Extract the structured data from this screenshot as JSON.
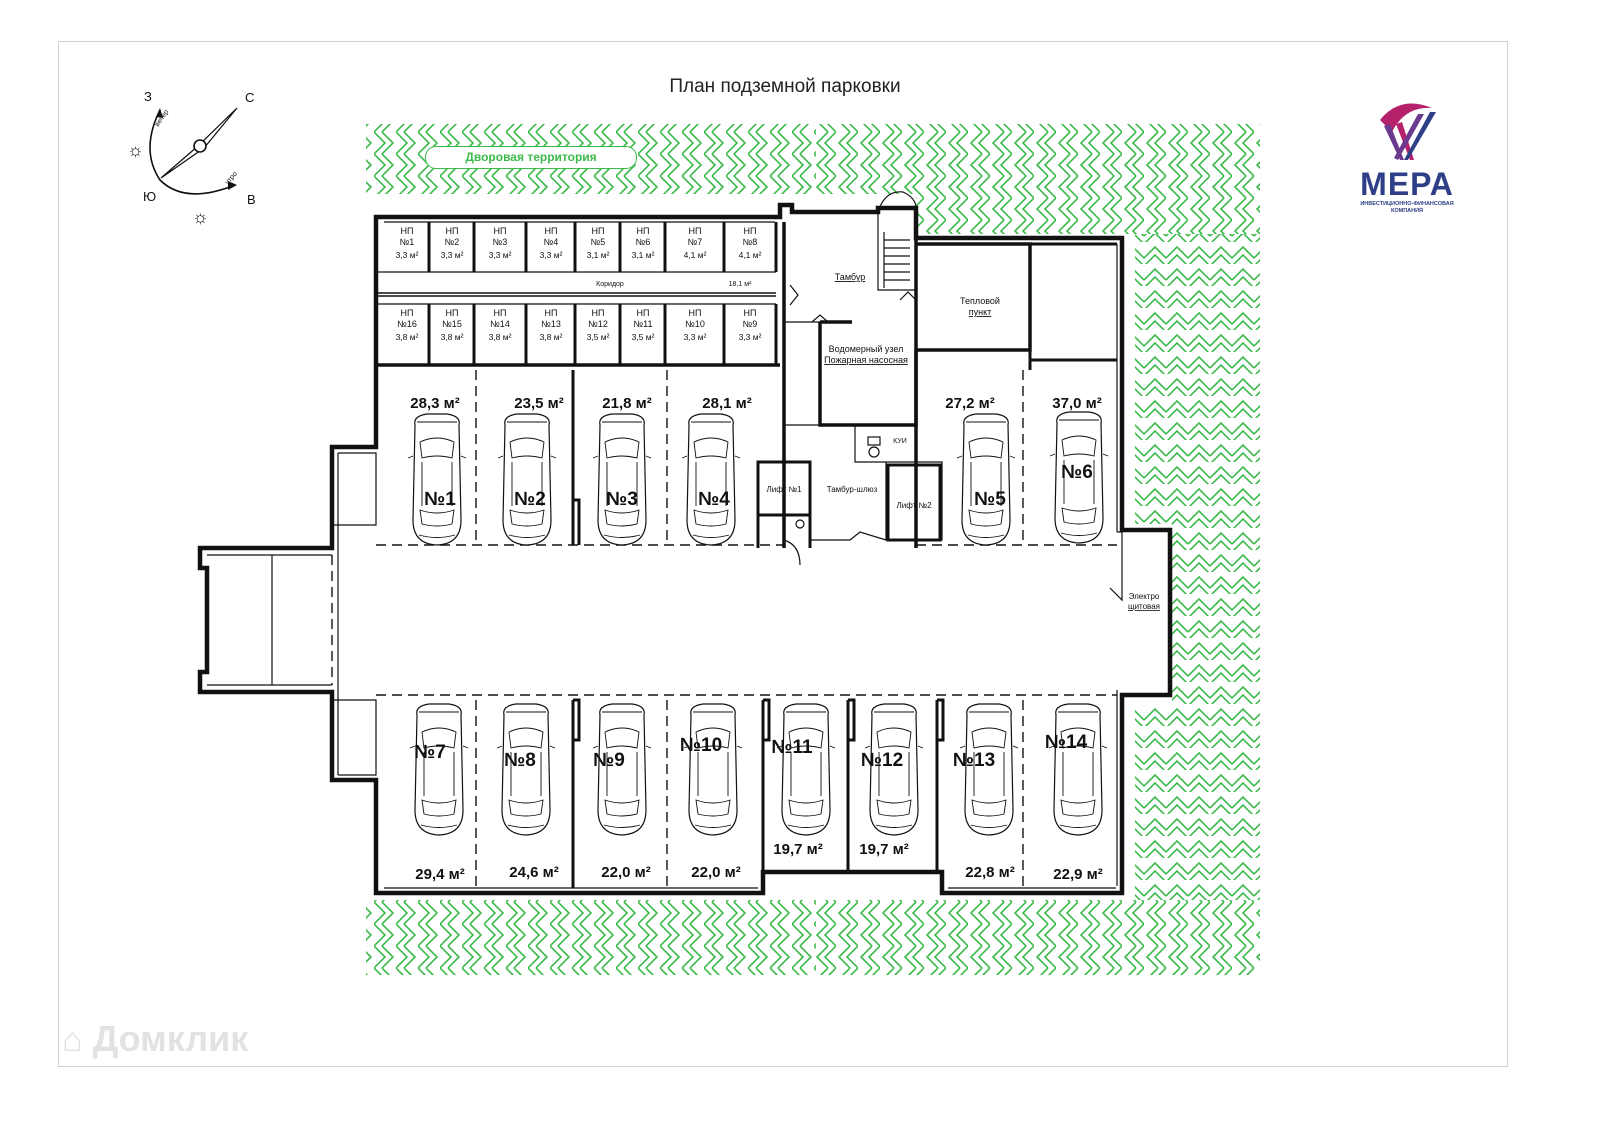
{
  "title": "План подземной парковки",
  "yard_label": "Дворовая территория",
  "logo": {
    "name": "МЕРА",
    "subtitle": "Инвестиционно-финансовая компания",
    "colors": {
      "blue": "#2e3f87",
      "magenta": "#b5216a",
      "purple": "#6b3a8e"
    }
  },
  "watermark": "Домклик",
  "compass": {
    "west": "З",
    "north": "С",
    "south": "Ю",
    "east": "В",
    "evening": "вечер",
    "morning": "утро"
  },
  "colors": {
    "hatch": "#3cba4a",
    "wall": "#111111"
  },
  "storage_units": {
    "top": [
      {
        "label": "НП",
        "num": "№1",
        "area": "3,3 м²"
      },
      {
        "label": "НП",
        "num": "№2",
        "area": "3,3 м²"
      },
      {
        "label": "НП",
        "num": "№3",
        "area": "3,3 м²"
      },
      {
        "label": "НП",
        "num": "№4",
        "area": "3,3 м²"
      },
      {
        "label": "НП",
        "num": "№5",
        "area": "3,1 м²"
      },
      {
        "label": "НП",
        "num": "№6",
        "area": "3,1 м²"
      },
      {
        "label": "НП",
        "num": "№7",
        "area": "4,1 м²"
      },
      {
        "label": "НП",
        "num": "№8",
        "area": "4,1 м²"
      }
    ],
    "bottom": [
      {
        "label": "НП",
        "num": "№16",
        "area": "3,8 м²"
      },
      {
        "label": "НП",
        "num": "№15",
        "area": "3,8 м²"
      },
      {
        "label": "НП",
        "num": "№14",
        "area": "3,8 м²"
      },
      {
        "label": "НП",
        "num": "№13",
        "area": "3,8 м²"
      },
      {
        "label": "НП",
        "num": "№12",
        "area": "3,5 м²"
      },
      {
        "label": "НП",
        "num": "№11",
        "area": "3,5 м²"
      },
      {
        "label": "НП",
        "num": "№10",
        "area": "3,3 м²"
      },
      {
        "label": "НП",
        "num": "№9",
        "area": "3,3 м²"
      }
    ]
  },
  "rooms": {
    "corridor": "Коридор",
    "corridor_area": "18,1 м²",
    "tambur": "Тамбур",
    "heat_point_1": "Тепловой",
    "heat_point_2": "пункт",
    "water_1": "Водомерный узел",
    "water_2": "Пожарная насосная",
    "kui": "КУИ",
    "lift1": "Лифт №1",
    "lift2": "Лифт №2",
    "tambur_lock": "Тамбур-шлюз",
    "electro_1": "Электро",
    "electro_2": "щитовая"
  },
  "spots_top": [
    {
      "num": "№1",
      "area": "28,3 м²"
    },
    {
      "num": "№2",
      "area": "23,5 м²"
    },
    {
      "num": "№3",
      "area": "21,8 м²"
    },
    {
      "num": "№4",
      "area": "28,1 м²"
    },
    {
      "num": "№5",
      "area": "27,2 м²"
    },
    {
      "num": "№6",
      "area": "37,0 м²"
    }
  ],
  "spots_bottom": [
    {
      "num": "№7",
      "area": "29,4 м²"
    },
    {
      "num": "№8",
      "area": "24,6 м²"
    },
    {
      "num": "№9",
      "area": "22,0 м²"
    },
    {
      "num": "№10",
      "area": "22,0 м²"
    },
    {
      "num": "№11",
      "area": "19,7 м²"
    },
    {
      "num": "№12",
      "area": "19,7 м²"
    },
    {
      "num": "№13",
      "area": "22,8 м²"
    },
    {
      "num": "№14",
      "area": "22,9 м²"
    }
  ]
}
